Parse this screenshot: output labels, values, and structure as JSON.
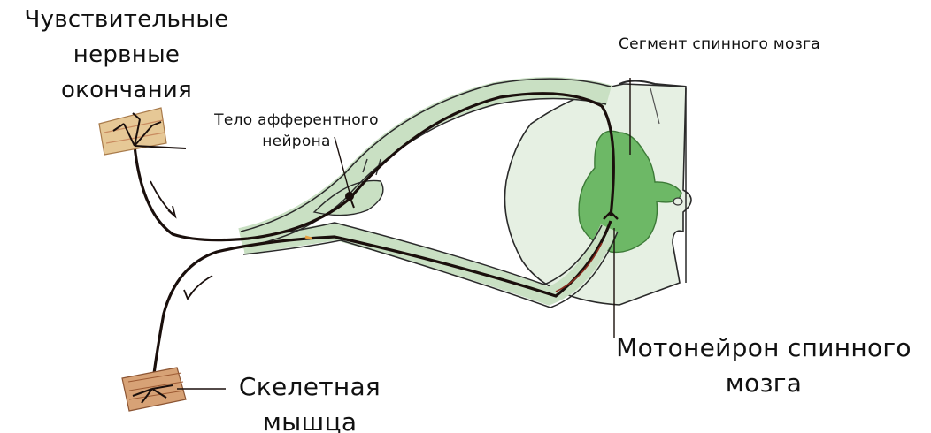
{
  "labels": {
    "sensory_endings": [
      "Чувствительные",
      "нервные",
      "окончания"
    ],
    "afferent_body": [
      "Тело афферентного",
      "нейрона"
    ],
    "spinal_segment": "Сегмент спинного мозга",
    "motor_neuron": [
      "Мотонейрон спинного",
      "мозга"
    ],
    "skeletal_muscle": [
      "Скелетная",
      "мышца"
    ]
  },
  "colors": {
    "grey_matter": "#6db866",
    "cord_tissue": "#e6f0e3",
    "nerve_sheath": "#c9e0c3",
    "axon": "#1a0f0c",
    "axon_red": "#8a2a1c",
    "skin_tissue": "#e6c896",
    "muscle_tissue": "#d7a276"
  }
}
